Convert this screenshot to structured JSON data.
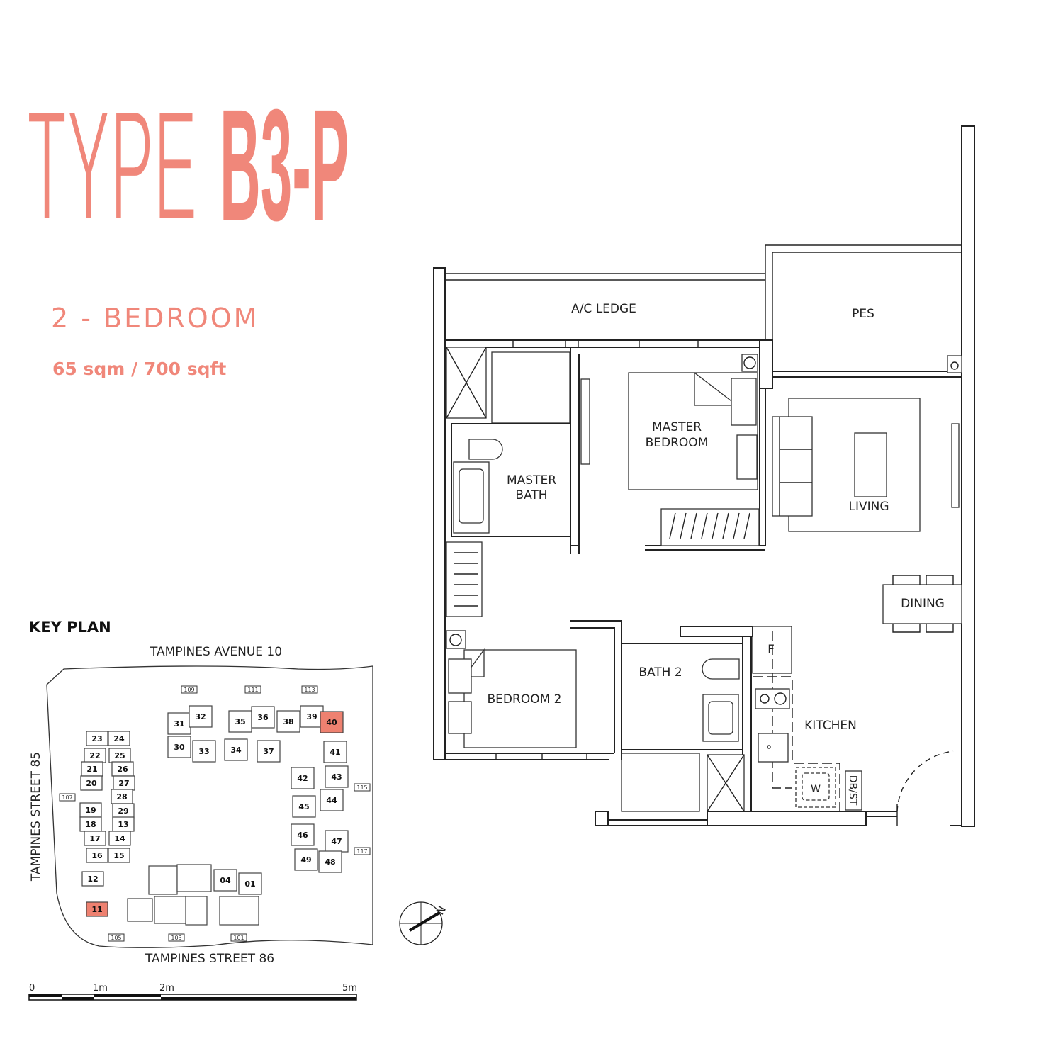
{
  "header": {
    "type_word": "TYPE",
    "type_code": "B3-P",
    "bedrooms": "2 - BEDROOM",
    "area": "65 sqm / 700 sqft"
  },
  "colors": {
    "accent": "#f0877a",
    "highlight": "#ee8170",
    "line": "#222222"
  },
  "floor_plan": {
    "rooms": {
      "ac_ledge": "A/C LEDGE",
      "pes": "PES",
      "master_bedroom_1": "MASTER",
      "master_bedroom_2": "BEDROOM",
      "master_bath_1": "MASTER",
      "master_bath_2": "BATH",
      "living": "LIVING",
      "dining": "DINING",
      "bedroom_2": "BEDROOM 2",
      "bath_2": "BATH 2",
      "kitchen": "KITCHEN",
      "fridge": "F",
      "washer": "W",
      "db_st": "DB/ST"
    },
    "compass_label": "N"
  },
  "key_plan": {
    "title": "KEY PLAN",
    "road_north": "TAMPINES AVENUE 10",
    "road_west": "TAMPINES STREET 85",
    "road_south": "TAMPINES STREET 86",
    "block_tags": [
      "109",
      "111",
      "113",
      "107",
      "115",
      "117",
      "105",
      "103",
      "101"
    ],
    "units": [
      "23",
      "24",
      "22",
      "25",
      "21",
      "26",
      "20",
      "27",
      "28",
      "19",
      "29",
      "18",
      "13",
      "17",
      "14",
      "16",
      "15",
      "12",
      "11",
      "31",
      "32",
      "30",
      "33",
      "35",
      "36",
      "34",
      "37",
      "38",
      "39",
      "40",
      "41",
      "42",
      "43",
      "45",
      "44",
      "46",
      "47",
      "49",
      "48",
      "04",
      "01"
    ],
    "highlighted_units": [
      "11",
      "40"
    ]
  },
  "scale_bar": {
    "labels": [
      "0",
      "1m",
      "2m",
      "5m"
    ]
  }
}
